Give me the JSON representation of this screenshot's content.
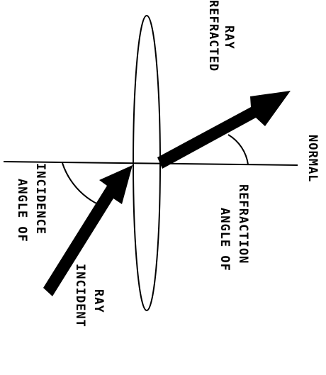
{
  "diagram": {
    "labels": {
      "normal": "NORMAL",
      "refracted_ray_line1": "REFRACTED",
      "refracted_ray_line2": "RAY",
      "angle_of_incidence_line1": "ANGLE OF",
      "angle_of_incidence_line2": "INCIDENCE",
      "incident_ray_line1": "INCIDENT",
      "incident_ray_line2": "RAY",
      "angle_of_refraction_line1": "ANGLE OF",
      "angle_of_refraction_line2": "REFRACTION"
    },
    "colors": {
      "ink": "#000000",
      "background": "#ffffff"
    }
  }
}
